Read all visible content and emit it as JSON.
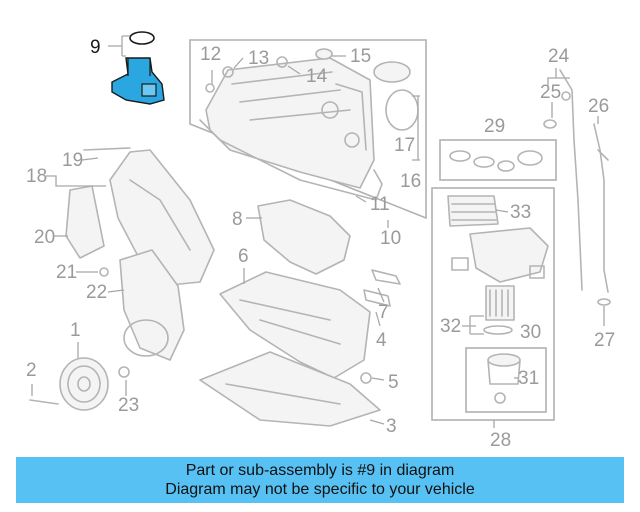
{
  "labels": {
    "p1": "1",
    "p2": "2",
    "p3": "3",
    "p4": "4",
    "p5": "5",
    "p6": "6",
    "p7": "7",
    "p8": "8",
    "p9": "9",
    "p10": "10",
    "p11": "11",
    "p12": "12",
    "p13": "13",
    "p14": "14",
    "p15": "15",
    "p16": "16",
    "p17": "17",
    "p18": "18",
    "p19": "19",
    "p20": "20",
    "p21": "21",
    "p22": "22",
    "p23": "23",
    "p24": "24",
    "p25": "25",
    "p26": "26",
    "p27": "27",
    "p28": "28",
    "p29": "29",
    "p30": "30",
    "p31": "31",
    "p32": "32",
    "p33": "33"
  },
  "highlight_color": "#2aa7e0",
  "banner": {
    "line1": "Part or sub-assembly is #9 in diagram",
    "line2": "Diagram may not be specific to your vehicle",
    "color": "#57c1f3"
  }
}
